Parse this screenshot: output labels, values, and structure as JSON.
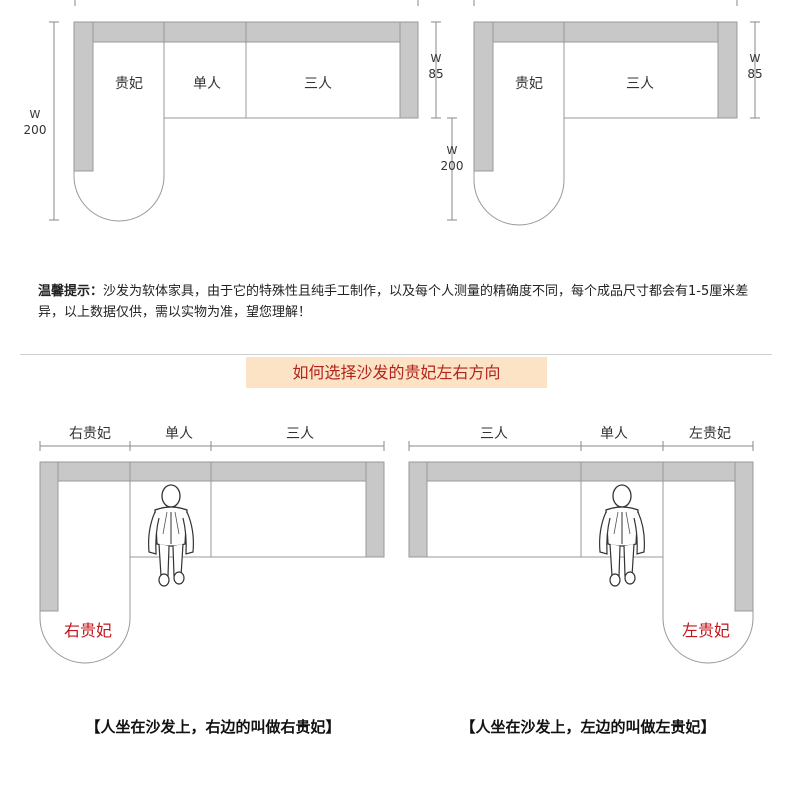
{
  "top_left": {
    "chaise_label": "贵妃",
    "single_label": "单人",
    "triple_label": "三人",
    "depth_prefix": "W",
    "depth_value": "85",
    "length_prefix": "W",
    "length_value": "200"
  },
  "top_right": {
    "chaise_label": "贵妃",
    "triple_label": "三人",
    "depth_prefix": "W",
    "depth_value": "85",
    "length_prefix": "W",
    "length_value": "200"
  },
  "note": {
    "lead": "温馨提示：",
    "text": "沙发为软体家具，由于它的特殊性且纯手工制作，以及每个人测量的精确度不同，每个成品尺寸都会有1-5厘米差异，以上数据仅供，需以实物为准，望您理解！"
  },
  "banner": {
    "title": "如何选择沙发的贵妃左右方向"
  },
  "bottom_left": {
    "dims": [
      "右贵妃",
      "单人",
      "三人"
    ],
    "chaise_label": "右贵妃",
    "caption": "【人坐在沙发上，右边的叫做右贵妃】"
  },
  "bottom_right": {
    "dims": [
      "三人",
      "单人",
      "左贵妃"
    ],
    "chaise_label": "左贵妃",
    "caption": "【人坐在沙发上，左边的叫做左贵妃】"
  },
  "colors": {
    "frame": "#c8c8c8",
    "outline": "#9a9a9a",
    "dim_line": "#888888",
    "accent_red": "#c0161b",
    "banner_bg": "#fce3c6",
    "banner_text": "#b0241b"
  },
  "icons": [
    "seated-person-icon",
    "seated-person-icon"
  ]
}
